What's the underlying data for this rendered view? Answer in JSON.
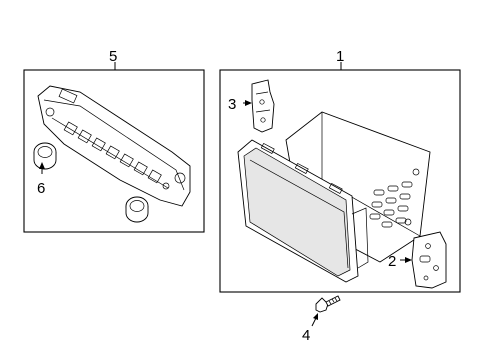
{
  "callouts": {
    "c1": "1",
    "c2": "2",
    "c3": "3",
    "c4": "4",
    "c5": "5",
    "c6": "6"
  },
  "parts": {
    "p1": "audio-head-unit",
    "p2": "side-mounting-bracket",
    "p3": "upper-mounting-bracket",
    "p4": "mounting-screw",
    "p5": "climate-control-panel",
    "p6": "control-knob"
  }
}
